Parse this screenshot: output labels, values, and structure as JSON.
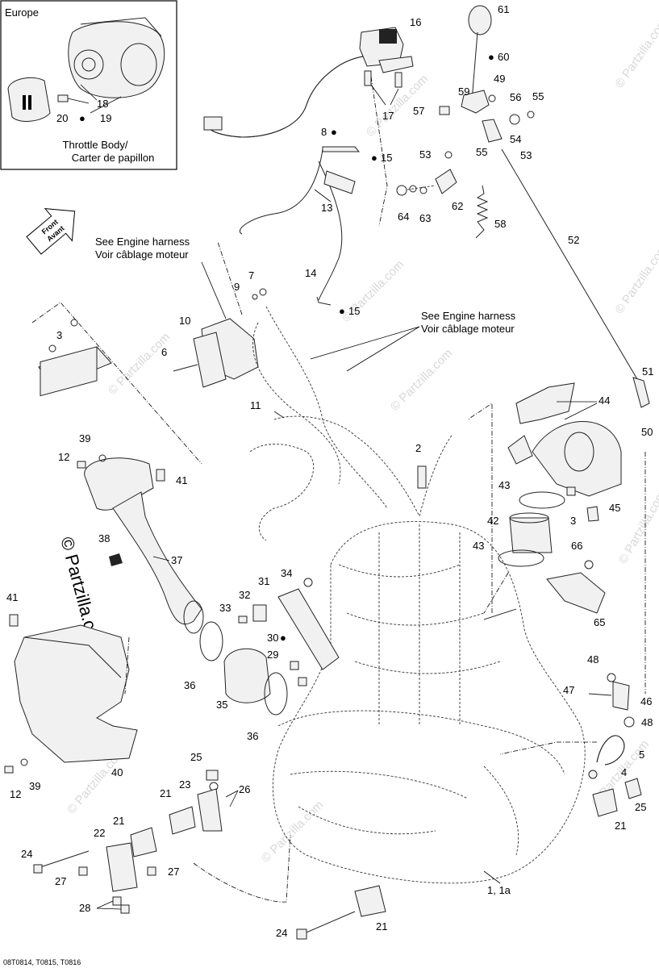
{
  "inset": {
    "region": "Europe",
    "caption_line1": "Throttle Body/",
    "caption_line2": "Carter de papillon"
  },
  "notes": {
    "engine_harness_1_line1": "See Engine harness",
    "engine_harness_1_line2": "Voir câblage moteur",
    "engine_harness_2_line1": "See Engine harness",
    "engine_harness_2_line2": "Voir câblage moteur",
    "front_arrow_line1": "Front",
    "front_arrow_line2": "Avant"
  },
  "watermark": {
    "brand": "© Partzilla.com",
    "symbol": "©"
  },
  "footer": {
    "codes": "08T0814, T0815, T0816"
  },
  "callouts": {
    "c1": "1, 1a",
    "c2": "2",
    "c3a": "3",
    "c3b": "3",
    "c4": "4",
    "c5": "5",
    "c6": "6",
    "c7": "7",
    "c8": "8",
    "c9": "9",
    "c10": "10",
    "c11": "11",
    "c12a": "12",
    "c12b": "12",
    "c13": "13",
    "c14": "14",
    "c15a": "15",
    "c15b": "15",
    "c16": "16",
    "c17": "17",
    "c18": "18",
    "c19": "19",
    "c20": "20",
    "c21a": "21",
    "c21b": "21",
    "c21c": "21",
    "c21d": "21",
    "c22": "22",
    "c23": "23",
    "c24a": "24",
    "c24b": "24",
    "c25a": "25",
    "c25b": "25",
    "c26": "26",
    "c27a": "27",
    "c27b": "27",
    "c28": "28",
    "c29": "29",
    "c30": "30",
    "c31": "31",
    "c32": "32",
    "c33": "33",
    "c34": "34",
    "c35": "35",
    "c36a": "36",
    "c36b": "36",
    "c37": "37",
    "c38": "38",
    "c39a": "39",
    "c39b": "39",
    "c40": "40",
    "c41a": "41",
    "c41b": "41",
    "c42": "42",
    "c43a": "43",
    "c43b": "43",
    "c44": "44",
    "c45": "45",
    "c46": "46",
    "c47": "47",
    "c48a": "48",
    "c48b": "48",
    "c49": "49",
    "c50": "50",
    "c51": "51",
    "c52": "52",
    "c53a": "53",
    "c53b": "53",
    "c54": "54",
    "c55a": "55",
    "c55b": "55",
    "c56": "56",
    "c57": "57",
    "c58": "58",
    "c59": "59",
    "c60": "60",
    "c61": "61",
    "c62": "62",
    "c63": "63",
    "c64": "64",
    "c65": "65",
    "c66": "66"
  },
  "icons": {
    "lubricant": "oil-drop-icon",
    "front_direction": "front-arrow-icon"
  }
}
